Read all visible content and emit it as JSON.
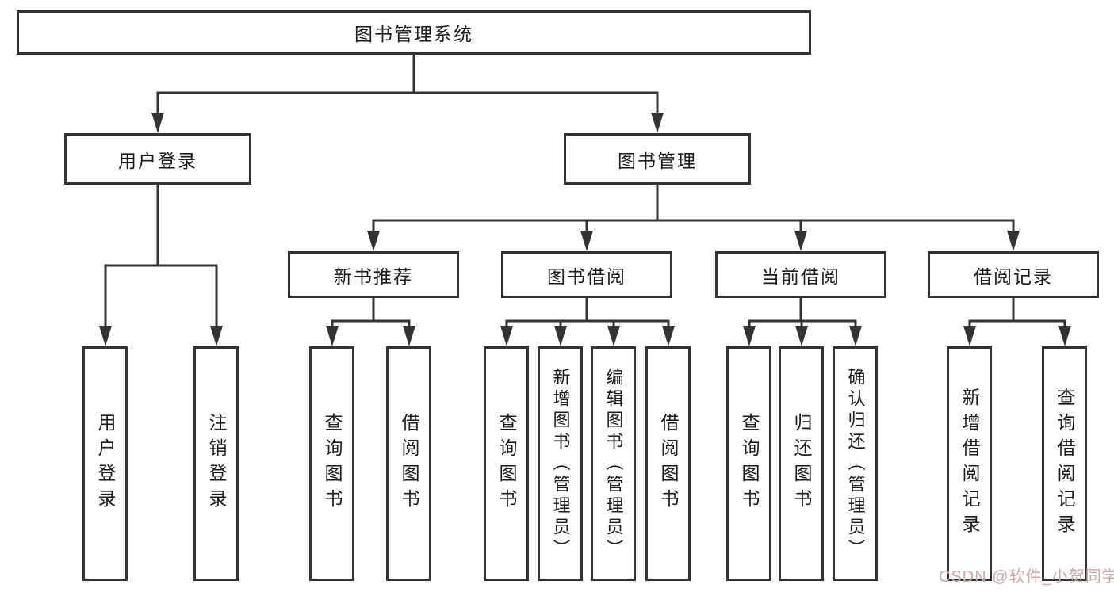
{
  "diagram": {
    "root": {
      "label": "图书管理系统"
    },
    "level2": [
      {
        "label": "用户登录"
      },
      {
        "label": "图书管理"
      }
    ],
    "level3": [
      {
        "label": "新书推荐"
      },
      {
        "label": "图书借阅"
      },
      {
        "label": "当前借阅"
      },
      {
        "label": "借阅记录"
      }
    ],
    "leaves": {
      "user_login": [
        "用户登录",
        "注销登录"
      ],
      "new_book_recommend": [
        "查询图书",
        "借阅图书"
      ],
      "book_borrow": [
        "查询图书",
        "新增图书（管理员）",
        "编辑图书（管理员）",
        "借阅图书"
      ],
      "current_borrow": [
        "查询图书",
        "归还图书",
        "确认归还（管理员）"
      ],
      "borrow_records": [
        "新增借阅记录",
        "查询借阅记录"
      ]
    }
  },
  "watermark": {
    "text": "CSDN @软件_小贺同学",
    "color": "#c9a7a7"
  },
  "colors": {
    "line": "#333333",
    "text": "#1a1a1a",
    "background": "#ffffff",
    "box_fill": "#ffffff"
  }
}
